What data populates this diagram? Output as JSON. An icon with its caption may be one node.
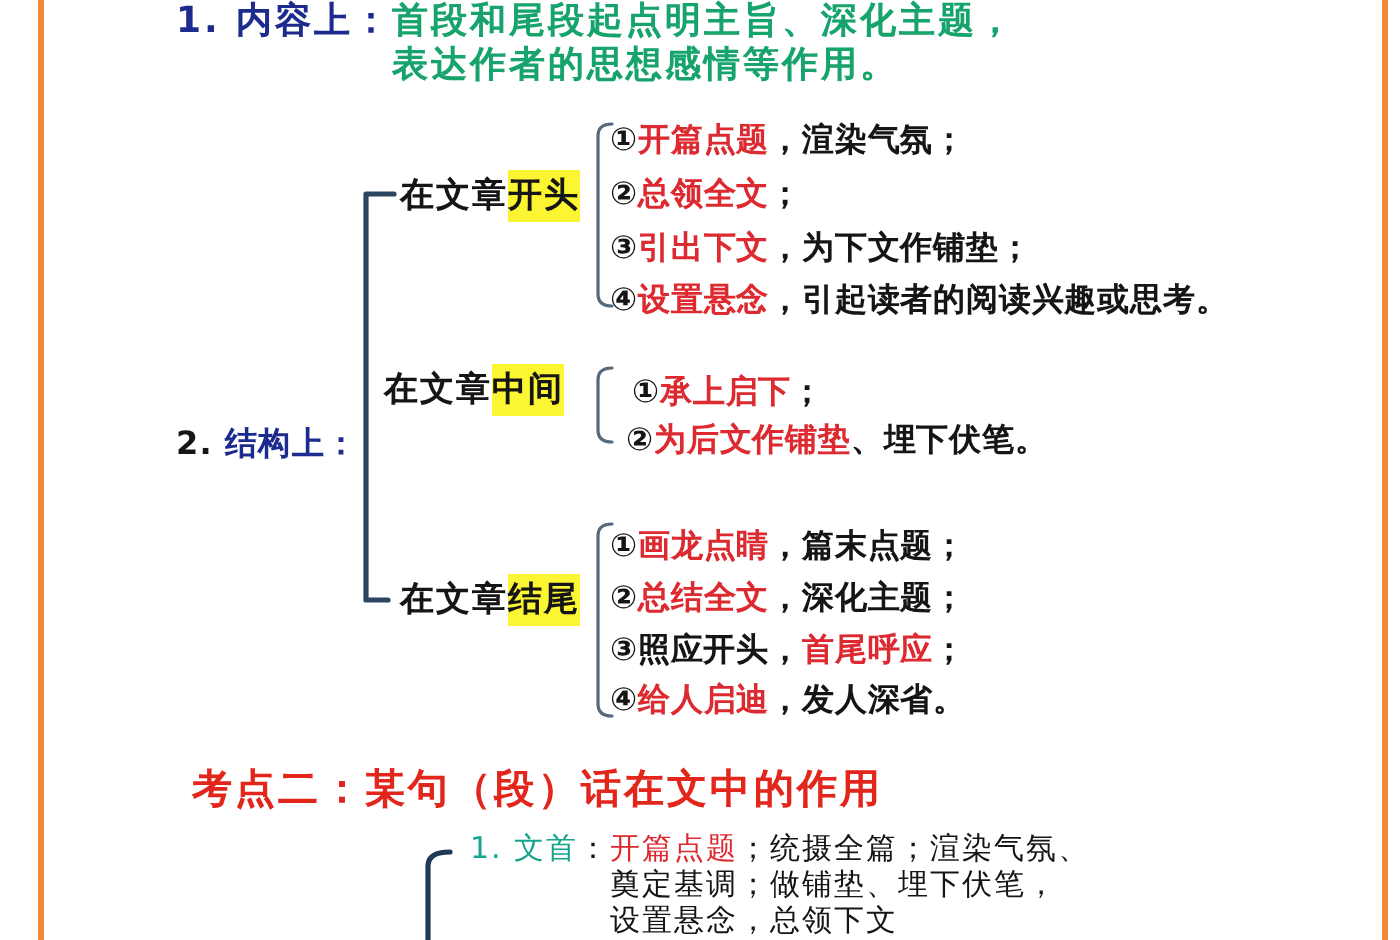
{
  "diagram": {
    "labels": [
      "1. 内容上：首段和尾段起点明主旨、深化主题，表达作者的思想感情等作用。",
      "2. 结构上：",
      "在文章开头",
      "①开篇点题，渲染气氛；",
      "②总领全文；",
      "③引出下文，为下文作铺垫；",
      "④设置悬念，引起读者的阅读兴趣或思考。",
      "在文章中间",
      "①承上启下；",
      "②为后文作铺垫、埋下伏笔。",
      "在文章结尾",
      "①画龙点睛，篇末点题；",
      "②总结全文，深化主题；",
      "③照应开头，首尾呼应；",
      "④给人启迪，发人深省。",
      "考点二：某句（段）话在文中的作用",
      "1. 文首：开篇点题；统摄全篇；渲染气氛、奠定基调；做铺垫、埋下伏笔，设置悬念，总领下文"
    ]
  }
}
